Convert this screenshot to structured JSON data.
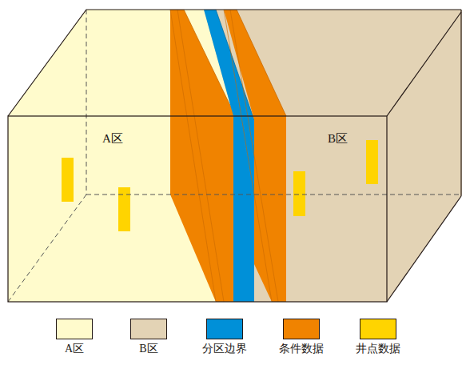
{
  "diagram": {
    "labels": [
      "A区",
      "B区"
    ],
    "legend": [
      {
        "text": "A区",
        "color": "#fffbcc"
      },
      {
        "text": "B区",
        "color": "#e3d3b5"
      },
      {
        "text": "分区边界",
        "color": "#0090d8"
      },
      {
        "text": "条件数据",
        "color": "#f08300"
      },
      {
        "text": "井点数据",
        "color": "#ffd400"
      }
    ]
  }
}
